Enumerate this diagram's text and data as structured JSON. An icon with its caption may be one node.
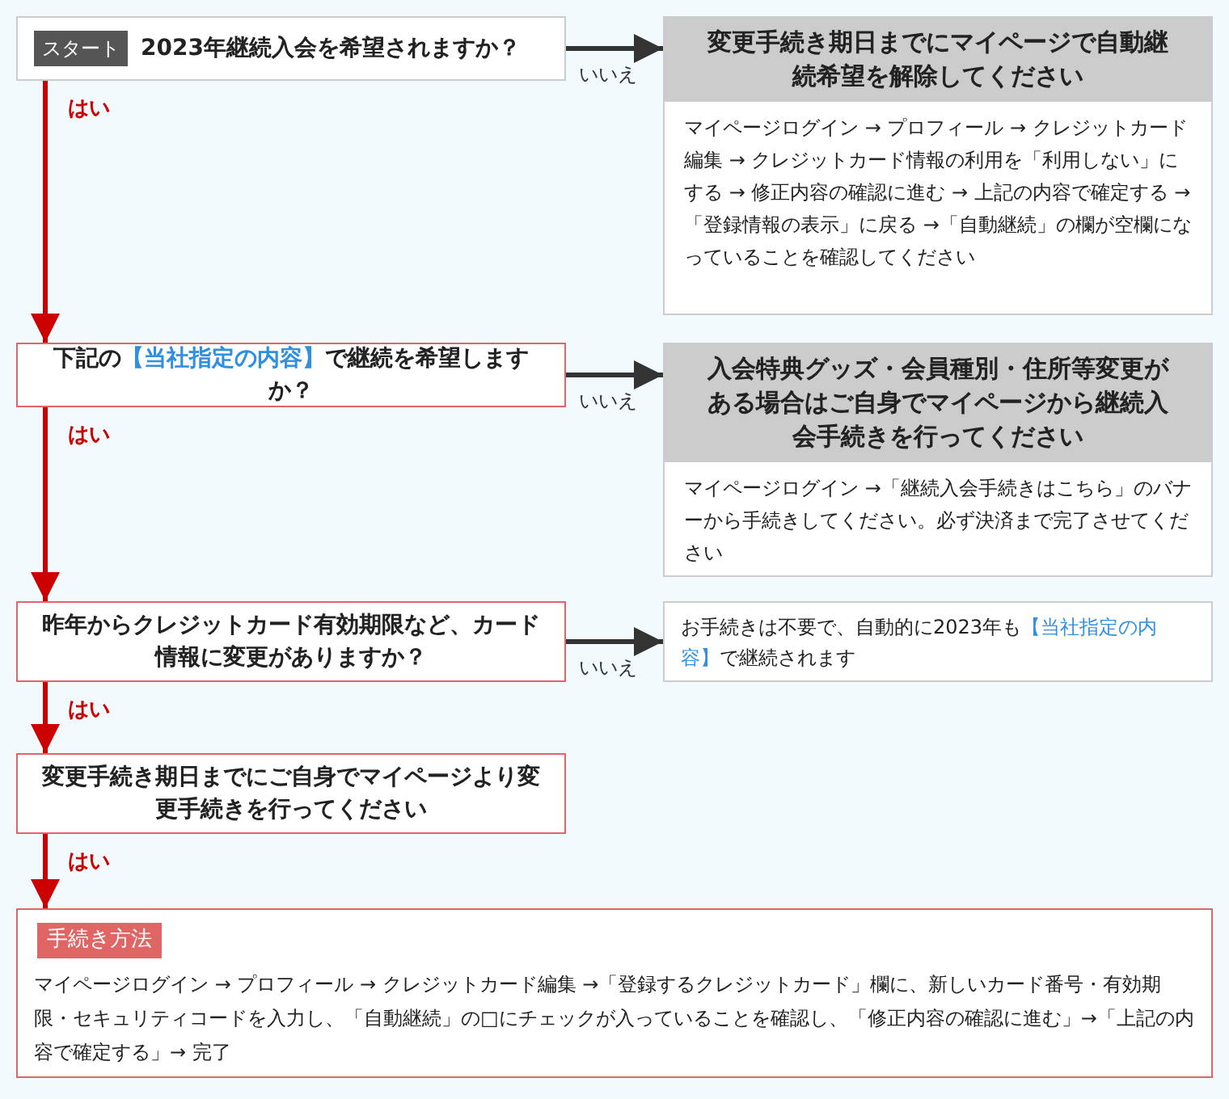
{
  "diagram": {
    "nodes": [
      {
        "text": [
          "スタート",
          "2023年継続入会を希望されますか？"
        ]
      },
      {
        "text": [
          "変更手続き期日までにマイページで自動継続希望を解除してください",
          "マイページログイン → プロフィール → クレジットカード編集 → クレジットカード情報の利用を「利用しない」にする → 修正内容の確認に進む → 上記の内容で確定する → 「登録情報の表示」に戻る →「自動継続」の欄が空欄になっていることを確認してください"
        ]
      },
      {
        "text": [
          "下記の**【当社指定の内容】**で継続を希望しますか？"
        ]
      },
      {
        "text": [
          "入会特典グッズ・会員種別・住所等変更がある場合はご自身でマイページから継続入会手続きを行ってください",
          "マイページログイン →「継続入会手続きはこちら」のバナーから手続きしてください。必ず決済まで完了させてください"
        ]
      },
      {
        "text": [
          "昨年からクレジットカード有効期限など、カード情報に変更がありますか？"
        ]
      },
      {
        "text": [
          "お手続きは不要で、自動的に2023年も**【当社指定の内容】**で継続されます"
        ]
      },
      {
        "text": [
          "変更手続き期日までにご自身でマイページより変更手続きを行ってください"
        ]
      },
      {
        "text": [
          "手続き方法",
          "マイページログイン → プロフィール → クレジットカード編集 →「登録するクレジットカード」欄に、新しいカード番号・有効期限・セキュリティコードを入力し、「自動継続」の□にチェックが入っていることを確認し、「修正内容の確認に進む」→「上記の内容で確定する」→ 完了"
        ]
      }
    ],
    "edges": [
      {
        "from": 0,
        "to": 1,
        "arrow": "to",
        "label": "いいえ",
        "color": "#333333"
      },
      {
        "from": 0,
        "to": 2,
        "arrow": "to",
        "label": "はい"
      },
      {
        "from": 2,
        "to": 3,
        "arrow": "to",
        "label": "いいえ",
        "color": "#333333"
      },
      {
        "from": 2,
        "to": 4,
        "arrow": "to",
        "label": "はい"
      },
      {
        "from": 4,
        "to": 5,
        "arrow": "to",
        "label": "いいえ",
        "color": "#333333"
      },
      {
        "from": 4,
        "to": 6,
        "arrow": "to",
        "label": "はい"
      },
      {
        "from": 6,
        "to": 7,
        "arrow": "to",
        "label": "はい"
      }
    ]
  }
}
